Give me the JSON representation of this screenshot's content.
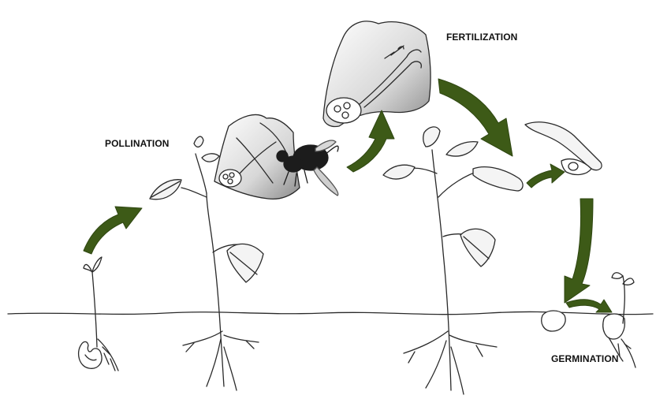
{
  "labels": {
    "pollination": "POLLINATION",
    "fertilization": "FERTILIZATION",
    "germination": "GERMINATION"
  },
  "colors": {
    "arrow": "#3d5a17",
    "line": "#2a2a2a",
    "shade": "#8a8a8a",
    "bee": "#1c1c1c"
  },
  "icons": {
    "cycle_arrows": "curved-arrow-icon",
    "bee": "bee-icon",
    "flower": "flower-icon",
    "seed": "bean-seed-icon",
    "pod": "seed-pod-icon"
  }
}
